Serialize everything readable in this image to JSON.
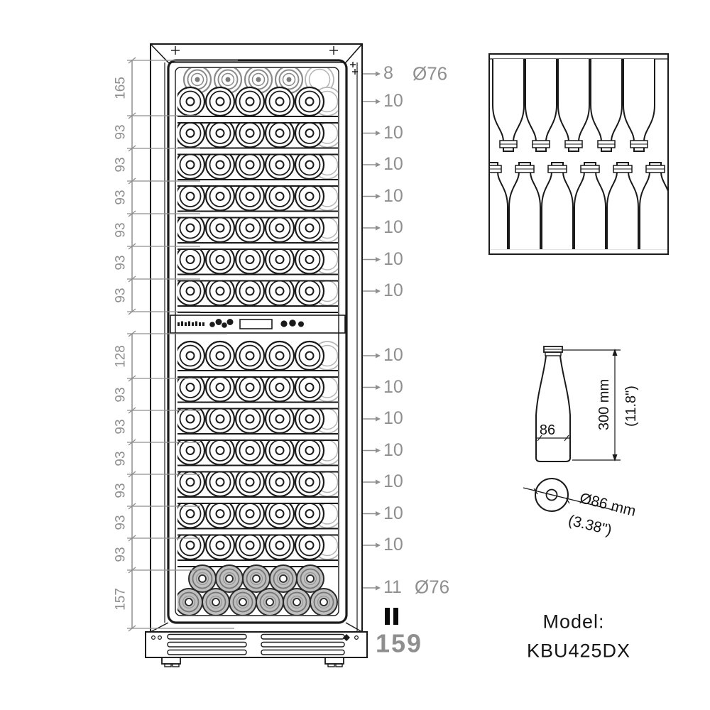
{
  "colors": {
    "line": "#1a1a1a",
    "dim": "#8f8f8f",
    "ghost": "#b5b5b5",
    "gray_bottle": "#8a8a8a"
  },
  "drawing": {
    "left_dimensions_upper": [
      "165",
      "93",
      "93",
      "93",
      "93",
      "93",
      "93"
    ],
    "left_dimensions_lower": [
      "128",
      "93",
      "93",
      "93",
      "93",
      "93",
      "93",
      "157"
    ],
    "shelf_counts_upper": [
      "8",
      "10",
      "10",
      "10",
      "10",
      "10",
      "10",
      "10"
    ],
    "shelf_counts_lower": [
      "10",
      "10",
      "10",
      "10",
      "10",
      "10",
      "10",
      "11"
    ],
    "top_bottle_diameter": "Ø76",
    "bottom_bottle_diameter": "Ø76",
    "total_capacity": "159"
  },
  "bottle_spec": {
    "height": "300 mm",
    "height_inches": "(11.8\")",
    "body_width": "86",
    "diameter": "Ø86 mm",
    "diameter_inches": "(3.38\")"
  },
  "model": {
    "label": "Model:",
    "number": "KBU425DX"
  }
}
